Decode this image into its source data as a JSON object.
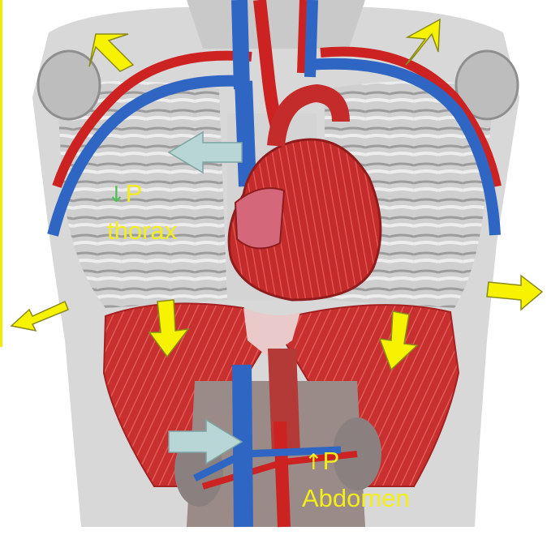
{
  "labels": {
    "thorax_arrow": "↓",
    "thorax_p": "P",
    "thorax_word": "thorax",
    "abdomen_arrow": "↑",
    "abdomen_p": "P",
    "abdomen_word": "Abdomen"
  },
  "colors": {
    "label_yellow": "#f2ee1a",
    "thorax_arrow_green": "#4fbd57",
    "vein_blue": "#2f66c4",
    "artery_red": "#cc2222",
    "yellow_arrow": "#f7f200",
    "flow_arrow": "#b8d6d6"
  },
  "icons": {
    "yellow_arrow": "arrow-icon",
    "flow_arrow": "flow-arrow-icon"
  }
}
